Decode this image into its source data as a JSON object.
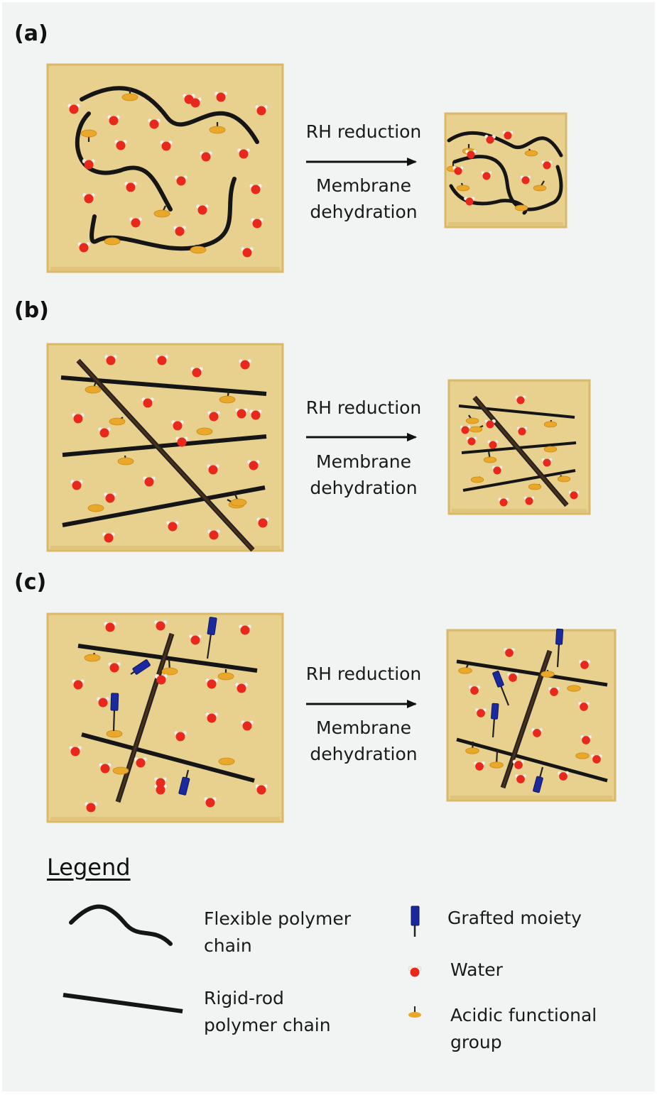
{
  "panels": [
    {
      "label": "(a)",
      "step1": "RH reduction",
      "step2": "Membrane",
      "step3": "dehydration"
    },
    {
      "label": "(b)",
      "step1": "RH reduction",
      "step2": "Membrane",
      "step3": "dehydration"
    },
    {
      "label": "(c)",
      "step1": "RH reduction",
      "step2": "Membrane",
      "step3": "dehydration"
    }
  ],
  "legend": {
    "title": "Legend",
    "flexible_line1": "Flexible polymer",
    "flexible_line2": "chain",
    "rigid_line1": "Rigid-rod",
    "rigid_line2": "polymer chain",
    "grafted": "Grafted moiety",
    "water": "Water",
    "acidic_line1": "Acidic functional",
    "acidic_line2": "group"
  },
  "colors": {
    "page_bg": "#f2f3f3",
    "membrane": "#e8d08e",
    "membrane_edge": "#d9b867",
    "chain": "#151515",
    "rigid_rod_core": "#4a2f1a",
    "water_oxygen": "#e8281c",
    "water_hydrogen": "#f6efe2",
    "acidic_group": "#e9a82a",
    "grafted_moiety": "#1a2a9e"
  }
}
